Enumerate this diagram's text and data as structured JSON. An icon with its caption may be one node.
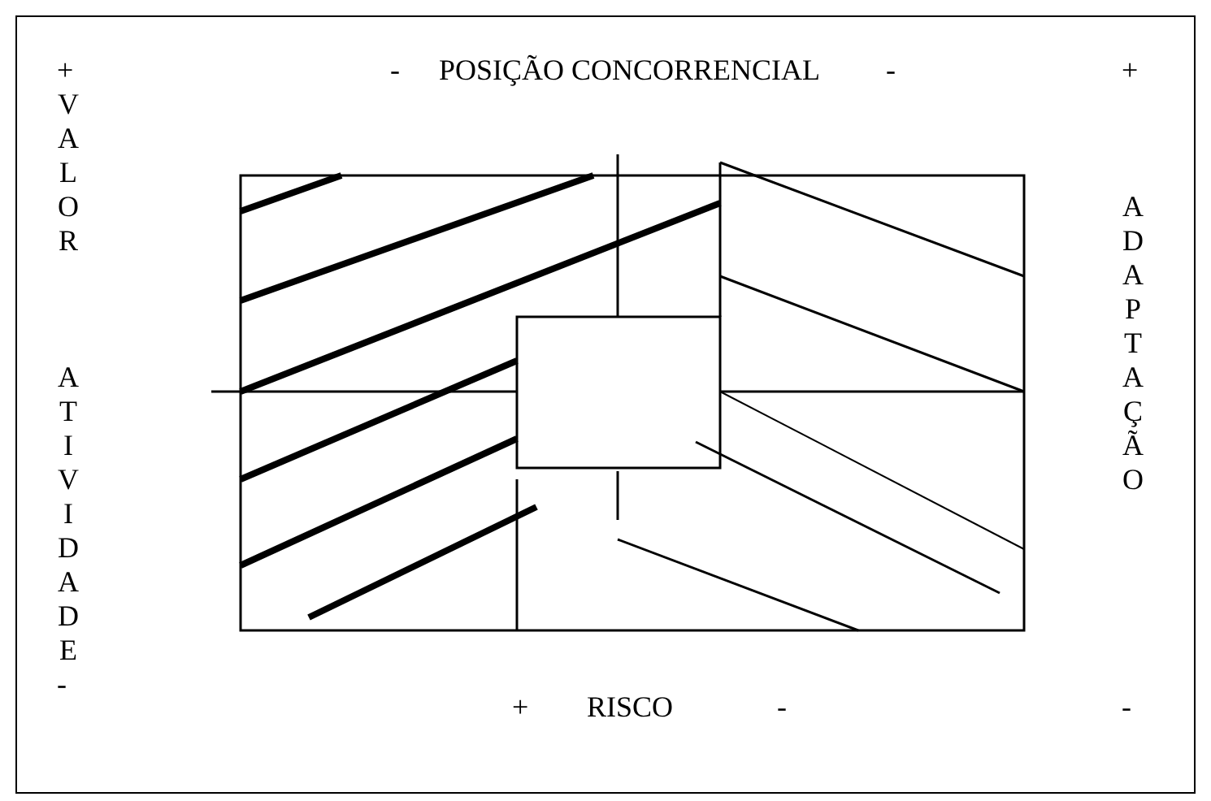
{
  "diagram": {
    "labels": [
      "+",
      "-",
      "POSIÇÃO CONCORRENCIAL",
      "-",
      "+",
      "V A L O R",
      "A T I V I D A D E",
      "A D A P T A Ç Ã O",
      "+",
      "RISCO",
      "-",
      "-",
      "-"
    ]
  }
}
